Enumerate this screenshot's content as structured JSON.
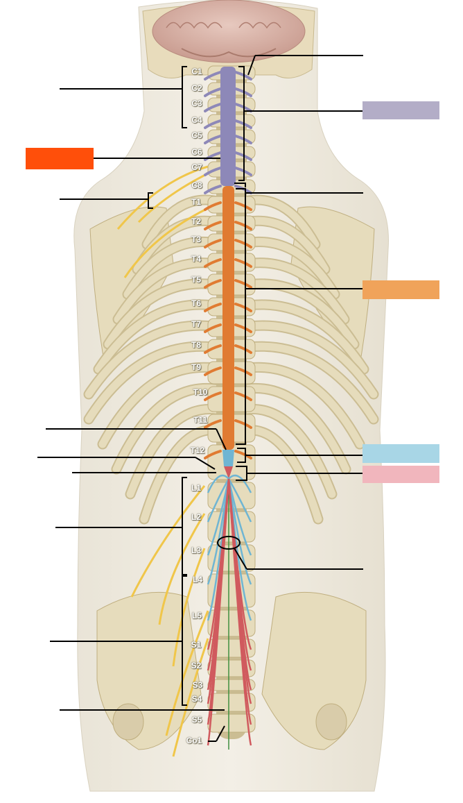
{
  "vertebra_labels": [
    "C1",
    "C2",
    "C3",
    "C4",
    "C5",
    "C6",
    "C7",
    "C8",
    "T1",
    "T2",
    "T3",
    "T4",
    "T5",
    "T6",
    "T7",
    "T8",
    "T9",
    "T10",
    "T11",
    "T12",
    "L1",
    "L2",
    "L3",
    "L4",
    "L5",
    "S1",
    "S2",
    "S3",
    "S4",
    "S5",
    "Co1"
  ],
  "colors": {
    "cervical": "#8d88b8",
    "thoracic": "#e07b32",
    "lumbar": "#6fb5d3",
    "sacral": "#d05a5e",
    "coccygeal": "#3e8e3e",
    "legend_cervical": "#b3adc7",
    "legend_thoracic": "#f0a35a",
    "legend_lumbar": "#a8d6e6",
    "legend_sacral": "#f1b6bd",
    "legend_filled_left": "#ff4f0a",
    "bone": "#e6dcbc",
    "bone_shadow": "#cbbd93",
    "nerve": "#f0c64a",
    "skin": "#ece7da"
  },
  "legend_icons": [
    "cervical-swatch",
    "thoracic-swatch",
    "lumbar-swatch",
    "sacral-swatch",
    "filled-label-box"
  ]
}
